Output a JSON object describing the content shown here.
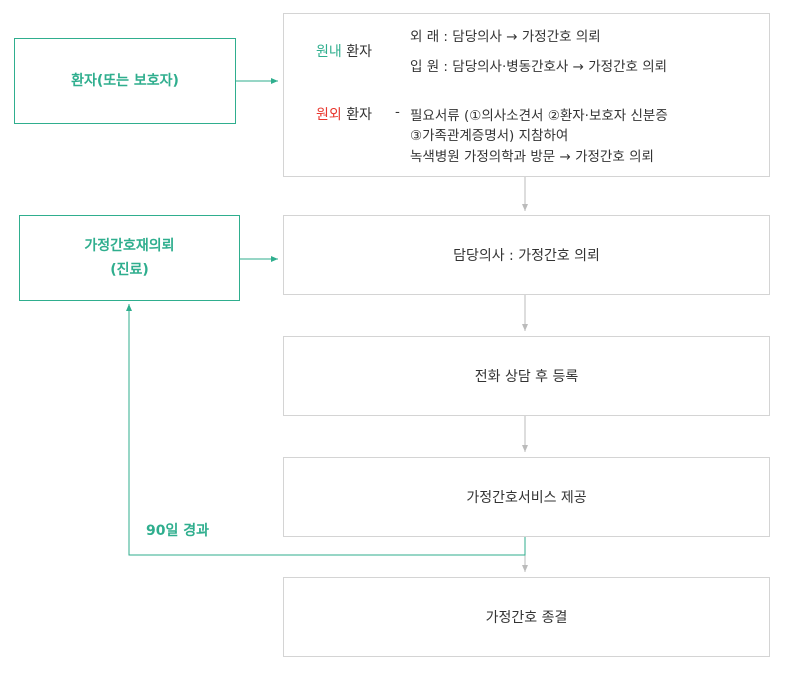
{
  "left_boxes": {
    "patient": "환자(또는 보호자)",
    "referral_line1": "가정간호재의뢰",
    "referral_line2": "(진료)"
  },
  "intake": {
    "inpatient_label_prefix": "원내",
    "inpatient_label_suffix": " 환자",
    "outpatient_item_label": "외 래 :",
    "outpatient_item_text": "담당의사 → 가정간호 의뢰",
    "admitted_item_label": "입 원 :",
    "admitted_item_text": "담당의사·병동간호사 →  가정간호 의뢰",
    "external_label_prefix": "원외",
    "external_label_suffix": " 환자",
    "external_dash": "-",
    "external_line1": "필요서류 (①의사소견서 ②환자·보호자 신분증",
    "external_line2": "③가족관계증명서) 지참하여",
    "external_line3": "녹색병원 가정의학과 방문 → 가정간호 의뢰"
  },
  "steps": [
    "담당의사 : 가정간호 의뢰",
    "전화 상담 후 등록",
    "가정간호서비스 제공",
    "가정간호 종결"
  ],
  "loop_label": "90일 경과",
  "colors": {
    "accent_green": "#2fae8e",
    "accent_red": "#e8382f",
    "box_border": "#d4d4d4",
    "arrow_gray": "#bbbbbb"
  }
}
